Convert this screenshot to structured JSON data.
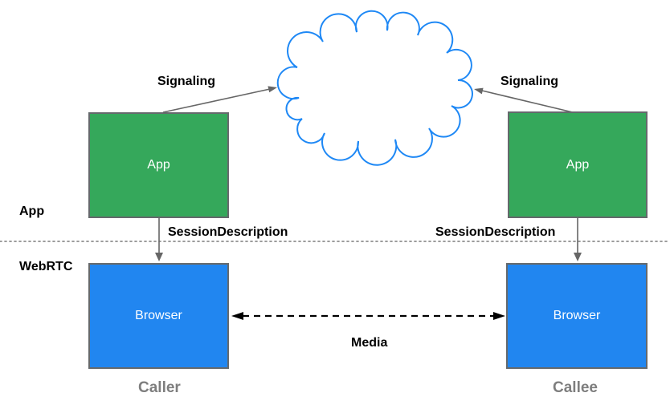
{
  "colors": {
    "background": "#ffffff",
    "app_box_green": "#35a85b",
    "browser_box_blue": "#2186f0",
    "cloud_stroke_blue": "#1e88f5",
    "box_border_gray": "#65696c",
    "arrow_gray": "#666666",
    "media_arrow_black": "#000000",
    "endpoint_label_gray": "#7e7e7e",
    "divider_gray": "#8f8f8f"
  },
  "layers": {
    "app_label": "App",
    "webrtc_label": "WebRTC"
  },
  "nodes": {
    "caller_app": {
      "label": "App"
    },
    "callee_app": {
      "label": "App"
    },
    "caller_browser": {
      "label": "Browser"
    },
    "callee_browser": {
      "label": "Browser"
    }
  },
  "edges": {
    "signaling_left_label": "Signaling",
    "signaling_right_label": "Signaling",
    "session_description_left_label": "SessionDescription",
    "session_description_right_label": "SessionDescription",
    "media_label": "Media"
  },
  "endpoints": {
    "caller_label": "Caller",
    "callee_label": "Callee"
  },
  "icons": {
    "cloud_shape": "network-cloud"
  }
}
